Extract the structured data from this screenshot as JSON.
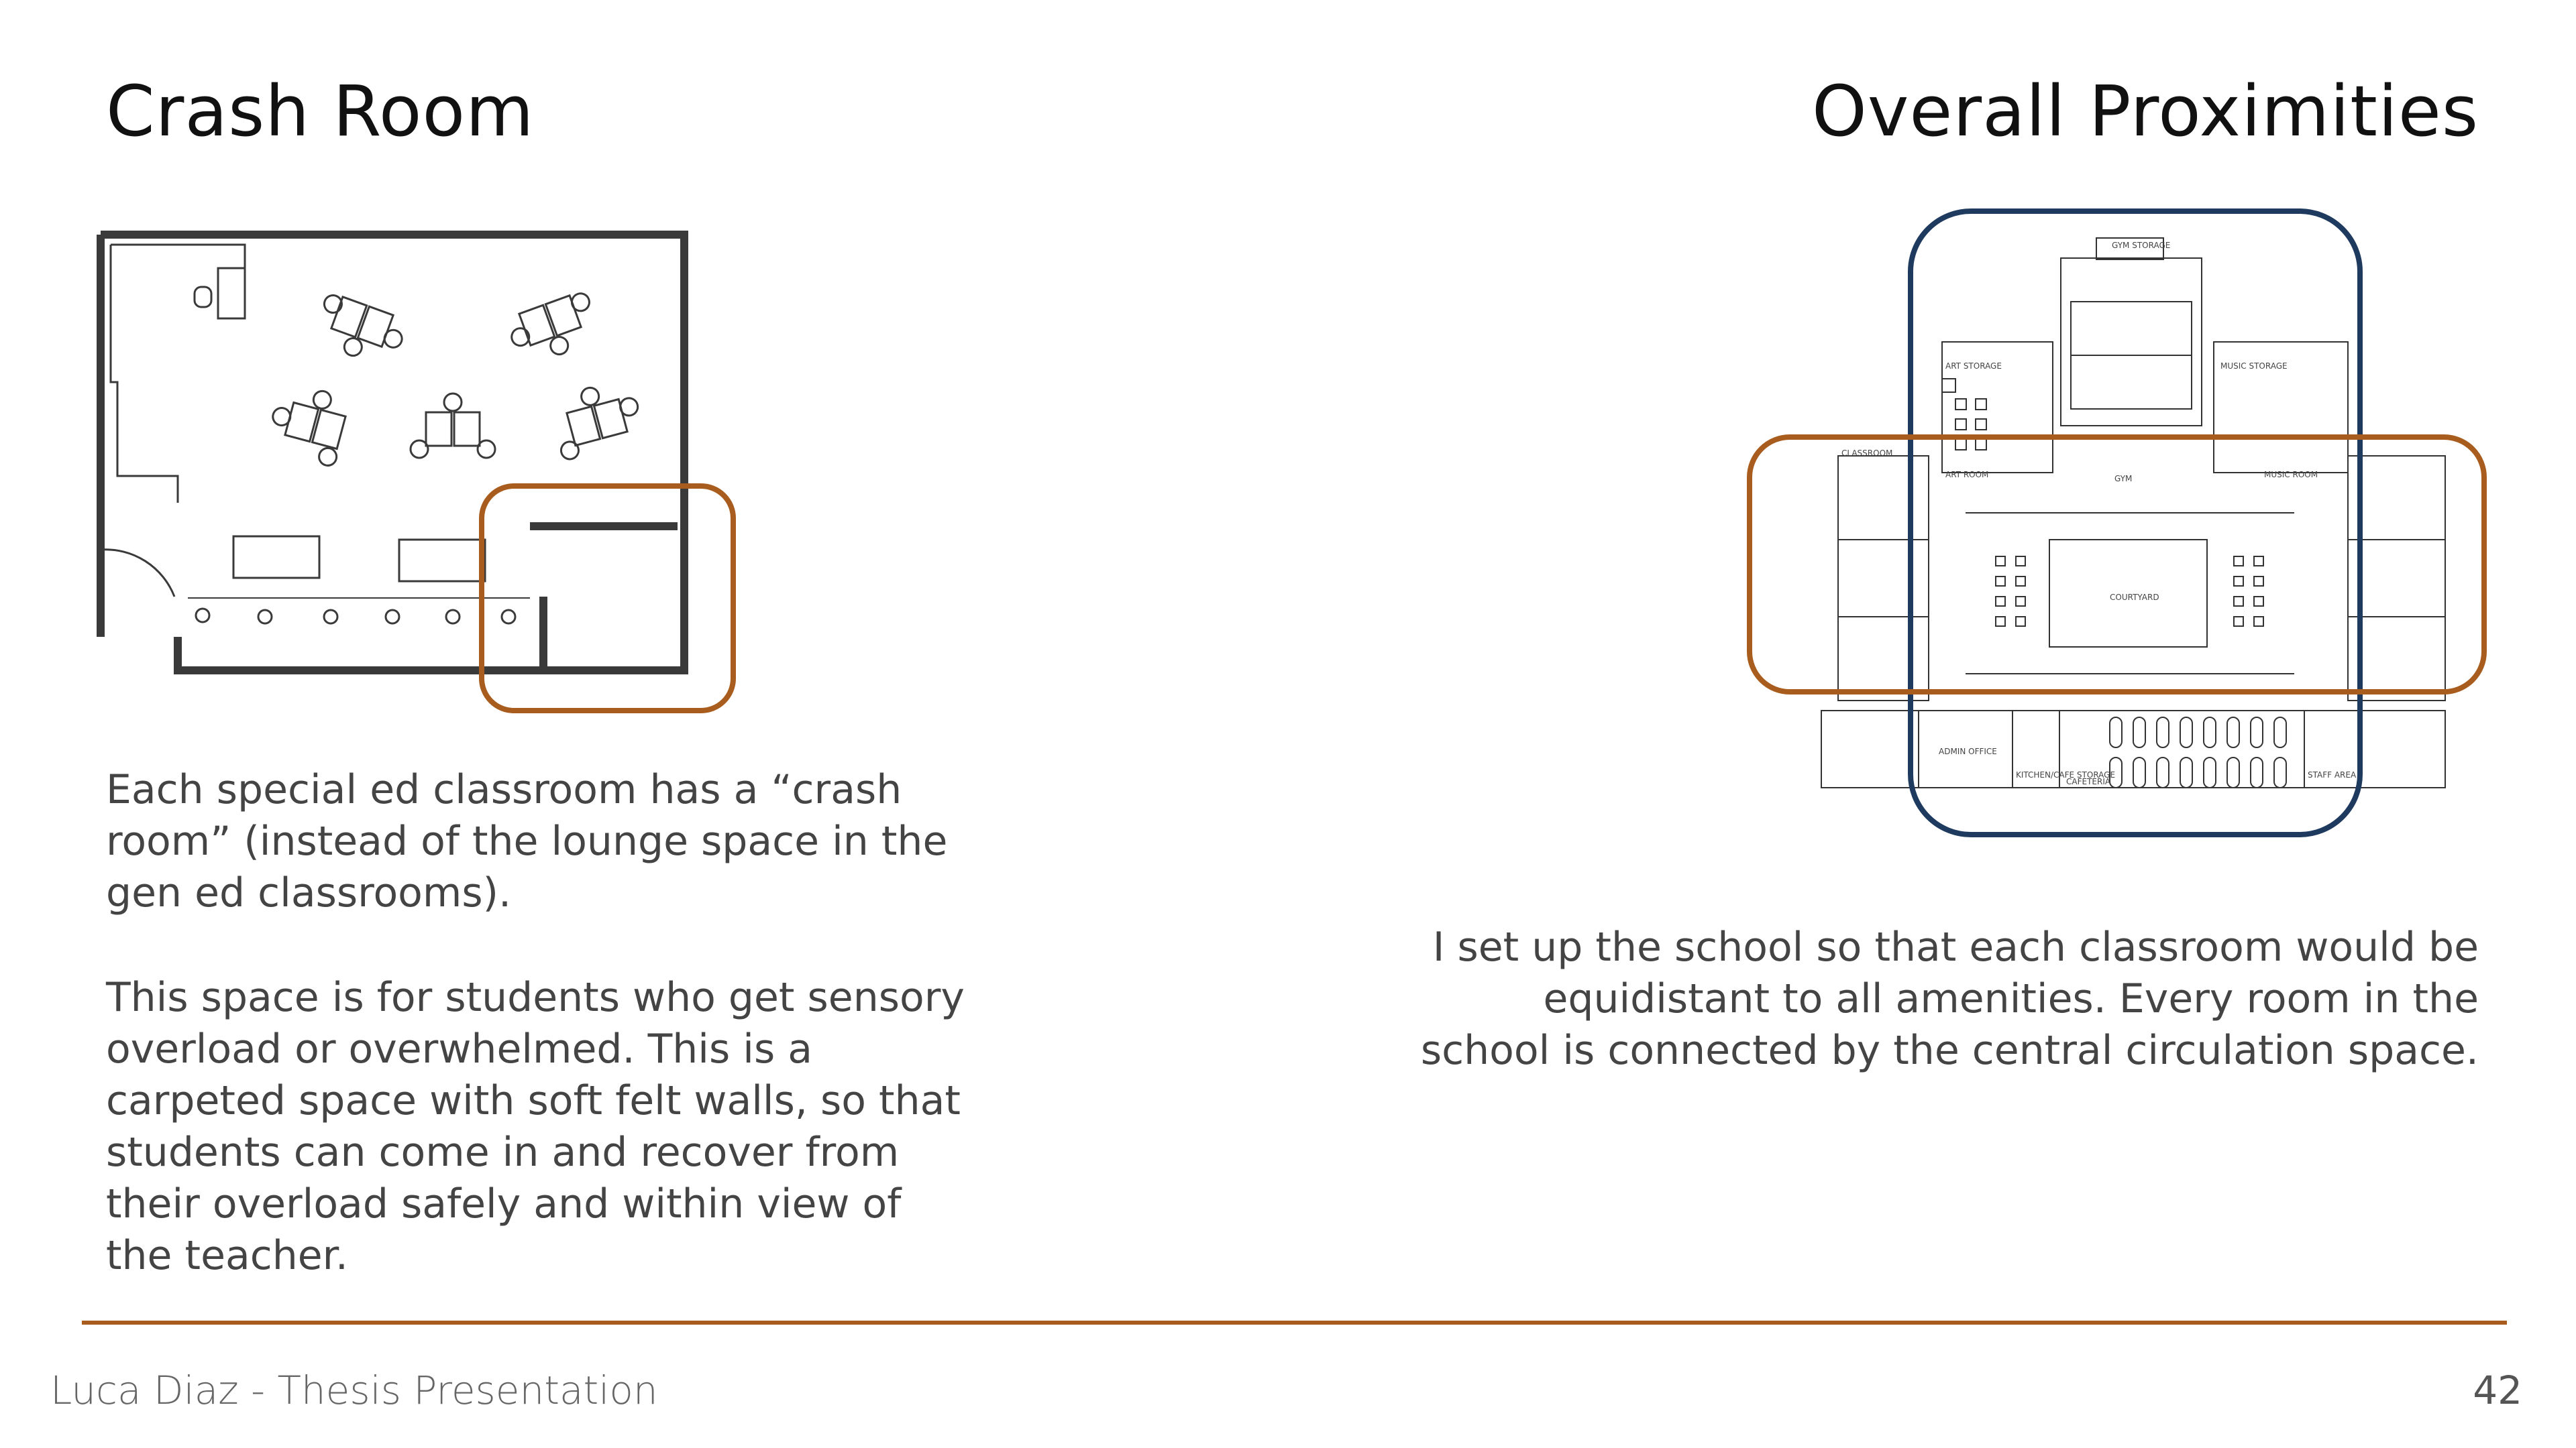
{
  "slide": {
    "left_title": "Crash Room",
    "right_title": "Overall Proximities",
    "crash_paragraph_1": "Each special ed classroom has a “crash room” (instead of the lounge space in the gen ed classrooms).",
    "crash_paragraph_2": "This space is for students who get sensory overload or overwhelmed. This is a carpeted space with soft felt walls, so that students can come in and recover from their overload safely and within view of the teacher.",
    "proximities_paragraph": "I set up the school so that each classroom would be equidistant to all amenities.  Every room in the school is connected by the central circulation space.",
    "footer_text": "Luca Diaz - Thesis Presentation",
    "page_number": "42"
  },
  "plan_labels": {
    "gym_storage": "GYM STORAGE",
    "gym": "GYM",
    "art_storage": "ART STORAGE",
    "art_room": "ART ROOM",
    "music_storage": "MUSIC STORAGE",
    "music_room": "MUSIC ROOM",
    "classroom": "CLASSROOM",
    "courtyard": "COURTYARD",
    "admin_office": "ADMIN OFFICE",
    "kitchen_cafe_storage": "KITCHEN/CAFE STORAGE",
    "cafeteria": "CAFETERIA",
    "staff_area": "STAFF AREA"
  },
  "colors": {
    "accent_orange": "#a85d1e",
    "accent_navy": "#1f3a5f",
    "wall_dark": "#3a3a3a"
  }
}
